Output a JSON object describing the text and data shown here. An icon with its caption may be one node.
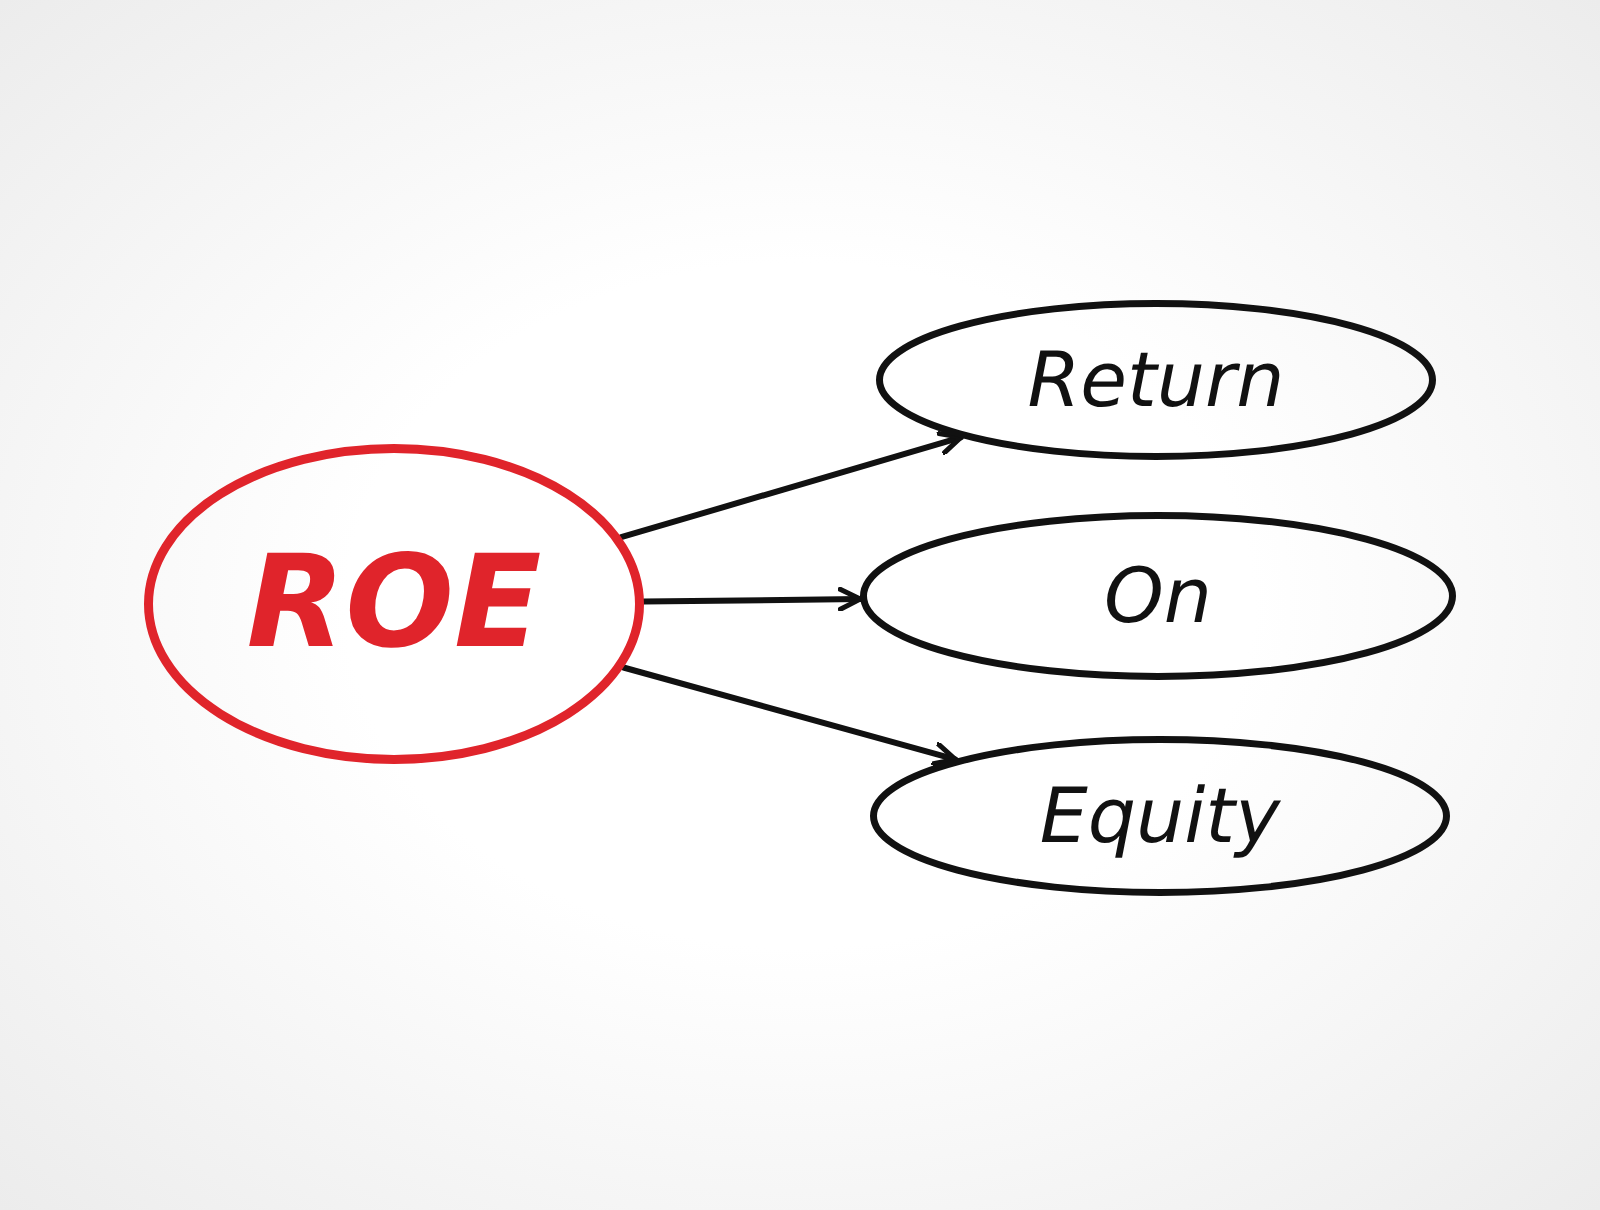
{
  "diagram": {
    "nodes": [
      {
        "text": [
          "ROE"
        ]
      },
      {
        "text": [
          "Return"
        ]
      },
      {
        "text": [
          "On"
        ]
      },
      {
        "text": [
          "Equity"
        ]
      }
    ],
    "edges": [
      {
        "from": 0,
        "to": 1,
        "arrow": "to"
      },
      {
        "from": 0,
        "to": 2,
        "arrow": "to"
      },
      {
        "from": 0,
        "to": 3,
        "arrow": "to"
      }
    ]
  }
}
